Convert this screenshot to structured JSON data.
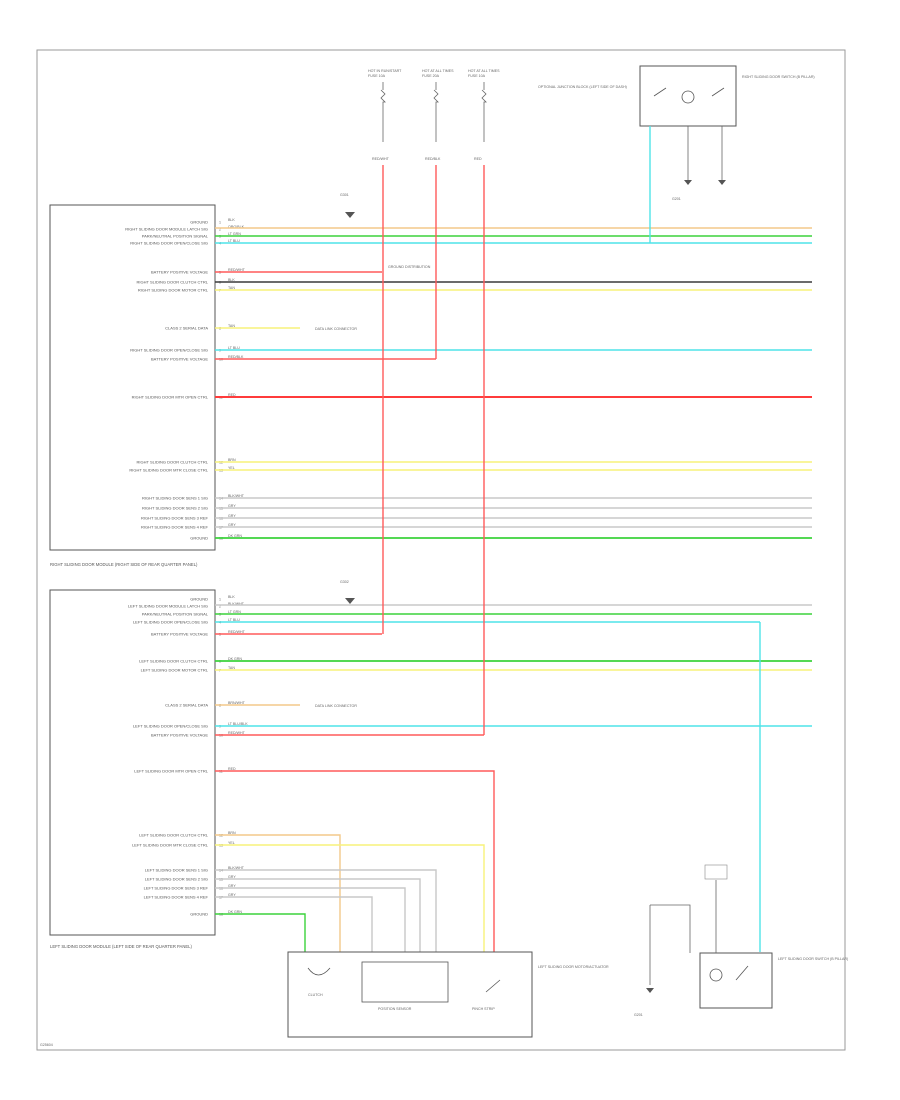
{
  "diagram": {
    "footer_code": "G25604",
    "colors": {
      "red": "#ff3b3b",
      "pink_red": "#ff5a5a",
      "cyan": "#4fe3e8",
      "yellow": "#f7f27a",
      "green": "#3cd23c",
      "gray": "#9a9a9a",
      "dark": "#3a3a3a",
      "orange": "#f3c98a",
      "frame": "#9a9a9a"
    },
    "top_fuses": [
      {
        "label": "HOT IN RUN/START",
        "sub": "FUSE 10A",
        "wire": "RED/WHT"
      },
      {
        "label": "HOT AT ALL TIMES",
        "sub": "FUSE 20A",
        "wire": "RED/BLK"
      },
      {
        "label": "HOT AT ALL TIMES",
        "sub": "FUSE 10A",
        "wire": "RED"
      }
    ],
    "top_note": "OPTIONAL JUNCTION BLOCK (LEFT SIDE OF DASH)",
    "right_switch_label": "RIGHT SLIDING DOOR SWITCH (B PILLAR)",
    "right_module_title": "RIGHT SLIDING DOOR MODULE (RIGHT SIDE OF REAR QUARTER PANEL)",
    "left_module_title": "LEFT SLIDING DOOR MODULE (LEFT SIDE OF REAR QUARTER PANEL)",
    "left_switch_label": "LEFT SLIDING DOOR SWITCH (B PILLAR)",
    "motor_labels": {
      "clutch": "CLUTCH",
      "position": "POSITION SENSOR",
      "pinch": "PINCH STRIP",
      "motor": "LEFT SLIDING DOOR MOTOR/ACTUATOR"
    },
    "ground_labels": {
      "g1": "G201",
      "g2": "G301",
      "g3": "G302"
    },
    "right_pins": [
      {
        "name": "GROUND",
        "wire": "BLK"
      },
      {
        "name": "RIGHT SLIDING DOOR MODULE LATCH SIG",
        "wire": "ORG/BLK"
      },
      {
        "name": "PARK/NEUTRAL POSITION SIGNAL",
        "wire": "LT GRN"
      },
      {
        "name": "RIGHT SLIDING DOOR OPEN/CLOSE SIG",
        "wire": "LT BLU"
      },
      {
        "name": "BATTERY POSITIVE VOLTAGE",
        "wire": "RED/WHT"
      },
      {
        "name": "RIGHT SLIDING DOOR CLUTCH CTRL",
        "wire": "BLK"
      },
      {
        "name": "RIGHT SLIDING DOOR MOTOR CTRL",
        "wire": "TAN"
      },
      {
        "name": "CLASS 2 SERIAL DATA",
        "wire": "TAN"
      },
      {
        "name": "RIGHT SLIDING DOOR OPEN/CLOSE SIG",
        "wire": "LT BLU"
      },
      {
        "name": "BATTERY POSITIVE VOLTAGE",
        "wire": "RED/BLK"
      },
      {
        "name": "RIGHT SLIDING DOOR MTR OPEN CTRL",
        "wire": "RED"
      },
      {
        "name": "RIGHT SLIDING DOOR CLUTCH CTRL",
        "wire": "BRN"
      },
      {
        "name": "RIGHT SLIDING DOOR MTR CLOSE CTRL",
        "wire": "YEL"
      },
      {
        "name": "RIGHT SLIDING DOOR SENS 1 SIG",
        "wire": "BLK/WHT"
      },
      {
        "name": "RIGHT SLIDING DOOR SENS 2 SIG",
        "wire": "GRY"
      },
      {
        "name": "RIGHT SLIDING DOOR SENS 3 REF",
        "wire": "GRY"
      },
      {
        "name": "RIGHT SLIDING DOOR SENS 4 REF",
        "wire": "GRY"
      },
      {
        "name": "GROUND",
        "wire": "DK GRN"
      }
    ],
    "left_pins": [
      {
        "name": "GROUND",
        "wire": "BLK"
      },
      {
        "name": "LEFT SLIDING DOOR MODULE LATCH SIG",
        "wire": "BLK/WHT"
      },
      {
        "name": "PARK/NEUTRAL POSITION SIGNAL",
        "wire": "LT GRN"
      },
      {
        "name": "LEFT SLIDING DOOR OPEN/CLOSE SIG",
        "wire": "LT BLU"
      },
      {
        "name": "BATTERY POSITIVE VOLTAGE",
        "wire": "RED/WHT"
      },
      {
        "name": "LEFT SLIDING DOOR CLUTCH CTRL",
        "wire": "DK GRN"
      },
      {
        "name": "LEFT SLIDING DOOR MOTOR CTRL",
        "wire": "TAN"
      },
      {
        "name": "CLASS 2 SERIAL DATA",
        "wire": "BRN/WHT"
      },
      {
        "name": "LEFT SLIDING DOOR OPEN/CLOSE SIG",
        "wire": "LT BLU/BLK"
      },
      {
        "name": "BATTERY POSITIVE VOLTAGE",
        "wire": "RED/WHT"
      },
      {
        "name": "LEFT SLIDING DOOR MTR OPEN CTRL",
        "wire": "RED"
      },
      {
        "name": "LEFT SLIDING DOOR CLUTCH CTRL",
        "wire": "BRN"
      },
      {
        "name": "LEFT SLIDING DOOR MTR CLOSE CTRL",
        "wire": "YEL"
      },
      {
        "name": "LEFT SLIDING DOOR SENS 1 SIG",
        "wire": "BLK/WHT"
      },
      {
        "name": "LEFT SLIDING DOOR SENS 2 SIG",
        "wire": "GRY"
      },
      {
        "name": "LEFT SLIDING DOOR SENS 3 REF",
        "wire": "GRY"
      },
      {
        "name": "LEFT SLIDING DOOR SENS 4 REF",
        "wire": "GRY"
      },
      {
        "name": "GROUND",
        "wire": "DK GRN"
      }
    ],
    "data_link_note": "DATA LINK CONNECTOR",
    "ground_note": "GROUND DISTRIBUTION"
  }
}
